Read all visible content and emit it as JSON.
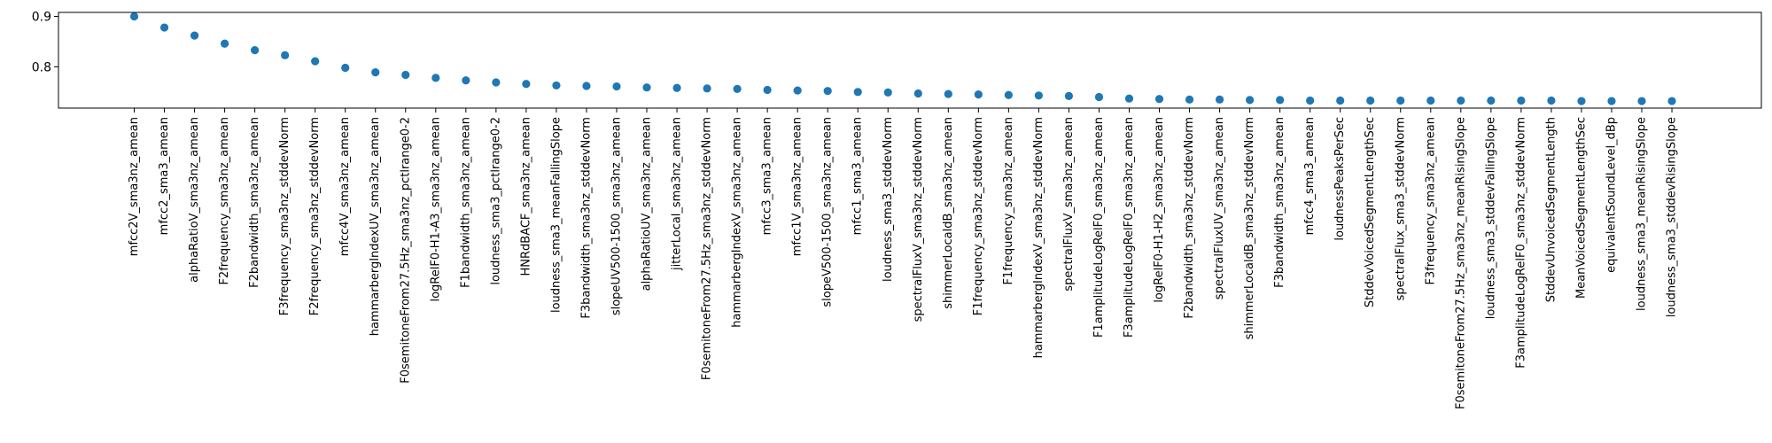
{
  "chart_data": {
    "type": "scatter",
    "title": "",
    "xlabel": "",
    "ylabel": "",
    "ylim": [
      0.718,
      0.908
    ],
    "yticks": [
      0.8,
      0.9
    ],
    "ytick_labels": [
      "0.8",
      "0.9"
    ],
    "grid": false,
    "marker_color": "#1f77b4",
    "categories": [
      "mfcc2V_sma3nz_amean",
      "mfcc2_sma3_amean",
      "alphaRatioV_sma3nz_amean",
      "F2frequency_sma3nz_amean",
      "F2bandwidth_sma3nz_amean",
      "F3frequency_sma3nz_stddevNorm",
      "F2frequency_sma3nz_stddevNorm",
      "mfcc4V_sma3nz_amean",
      "hammarbergIndexUV_sma3nz_amean",
      "F0semitoneFrom27.5Hz_sma3nz_pctlrange0-2",
      "logRelF0-H1-A3_sma3nz_amean",
      "F1bandwidth_sma3nz_amean",
      "loudness_sma3_pctlrange0-2",
      "HNRdBACF_sma3nz_amean",
      "loudness_sma3_meanFallingSlope",
      "F3bandwidth_sma3nz_stddevNorm",
      "slopeUV500-1500_sma3nz_amean",
      "alphaRatioUV_sma3nz_amean",
      "jitterLocal_sma3nz_amean",
      "F0semitoneFrom27.5Hz_sma3nz_stddevNorm",
      "hammarbergIndexV_sma3nz_amean",
      "mfcc3_sma3_amean",
      "mfcc1V_sma3nz_amean",
      "slopeV500-1500_sma3nz_amean",
      "mfcc1_sma3_amean",
      "loudness_sma3_stddevNorm",
      "spectralFluxV_sma3nz_stddevNorm",
      "shimmerLocaldB_sma3nz_amean",
      "F1frequency_sma3nz_stddevNorm",
      "F1frequency_sma3nz_amean",
      "hammarbergIndexV_sma3nz_stddevNorm",
      "spectralFluxV_sma3nz_amean",
      "F1amplitudeLogRelF0_sma3nz_amean",
      "F3amplitudeLogRelF0_sma3nz_amean",
      "logRelF0-H1-H2_sma3nz_amean",
      "F2bandwidth_sma3nz_stddevNorm",
      "spectralFluxUV_sma3nz_amean",
      "shimmerLocaldB_sma3nz_stddevNorm",
      "F3bandwidth_sma3nz_amean",
      "mfcc4_sma3_amean",
      "loudnessPeaksPerSec",
      "StddevVoicedSegmentLengthSec",
      "spectralFlux_sma3_stddevNorm",
      "F3frequency_sma3nz_amean",
      "F0semitoneFrom27.5Hz_sma3nz_meanRisingSlope",
      "loudness_sma3_stddevFallingSlope",
      "F3amplitudeLogRelF0_sma3nz_stddevNorm",
      "StddevUnvoicedSegmentLength",
      "MeanVoicedSegmentLengthSec",
      "equivalentSoundLevel_dBp",
      "loudness_sma3_meanRisingSlope",
      "loudness_sma3_stddevRisingSlope"
    ],
    "values": [
      0.9,
      0.878,
      0.862,
      0.846,
      0.833,
      0.823,
      0.811,
      0.798,
      0.789,
      0.784,
      0.778,
      0.773,
      0.769,
      0.766,
      0.763,
      0.762,
      0.761,
      0.759,
      0.758,
      0.757,
      0.756,
      0.754,
      0.753,
      0.752,
      0.75,
      0.749,
      0.747,
      0.746,
      0.745,
      0.744,
      0.743,
      0.742,
      0.74,
      0.737,
      0.736,
      0.735,
      0.735,
      0.734,
      0.734,
      0.733,
      0.733,
      0.733,
      0.733,
      0.733,
      0.733,
      0.733,
      0.733,
      0.733,
      0.732,
      0.732,
      0.732,
      0.732
    ]
  }
}
